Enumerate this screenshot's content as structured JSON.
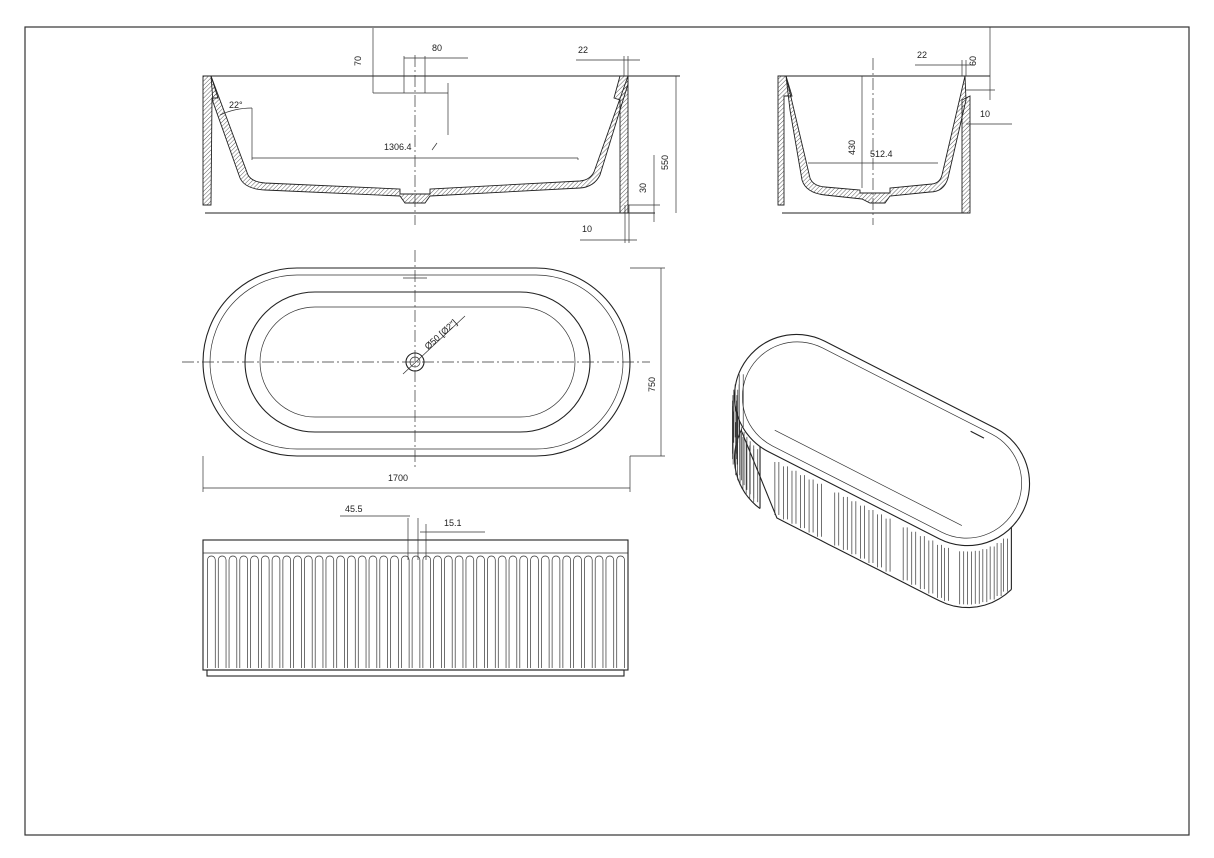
{
  "drawing": {
    "side_section": {
      "dims": {
        "d70": "70",
        "d80": "80",
        "d22": "22",
        "angle": "22°",
        "inner_length": "1306.4",
        "height": "550",
        "d30": "30",
        "d10": "10"
      }
    },
    "end_section": {
      "dims": {
        "d22": "22",
        "d60": "60",
        "d10": "10",
        "depth": "430",
        "inner_width": "512.4"
      }
    },
    "plan_view": {
      "dims": {
        "drain": "Ø50 [Ø2\"]",
        "width": "750",
        "length": "1700"
      }
    },
    "front_elevation": {
      "dims": {
        "pitch": "45.5",
        "flute": "15.1"
      },
      "flute_count": 39
    },
    "iso_view": {
      "flute_count": 40
    },
    "colors": {
      "line": "#222222",
      "background": "#ffffff"
    }
  }
}
